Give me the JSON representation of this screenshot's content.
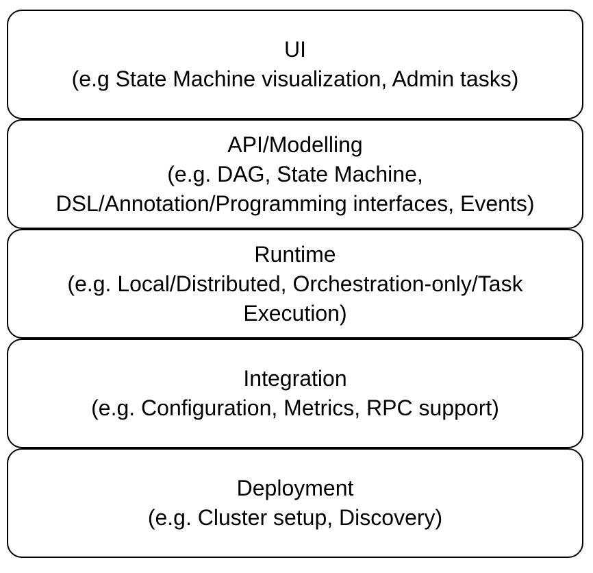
{
  "layers": {
    "ui": {
      "title": "UI",
      "lines": [
        "(e.g State Machine visualization, Admin tasks)"
      ]
    },
    "api": {
      "title": "API/Modelling",
      "lines": [
        "(e.g. DAG, State Machine,",
        "DSL/Annotation/Programming interfaces, Events)"
      ]
    },
    "runtime": {
      "title": "Runtime",
      "lines": [
        "(e.g. Local/Distributed, Orchestration-only/Task",
        "Execution)"
      ]
    },
    "integration": {
      "title": "Integration",
      "lines": [
        "(e.g. Configuration, Metrics, RPC support)"
      ]
    },
    "deployment": {
      "title": "Deployment",
      "lines": [
        "(e.g. Cluster setup, Discovery)"
      ]
    }
  }
}
